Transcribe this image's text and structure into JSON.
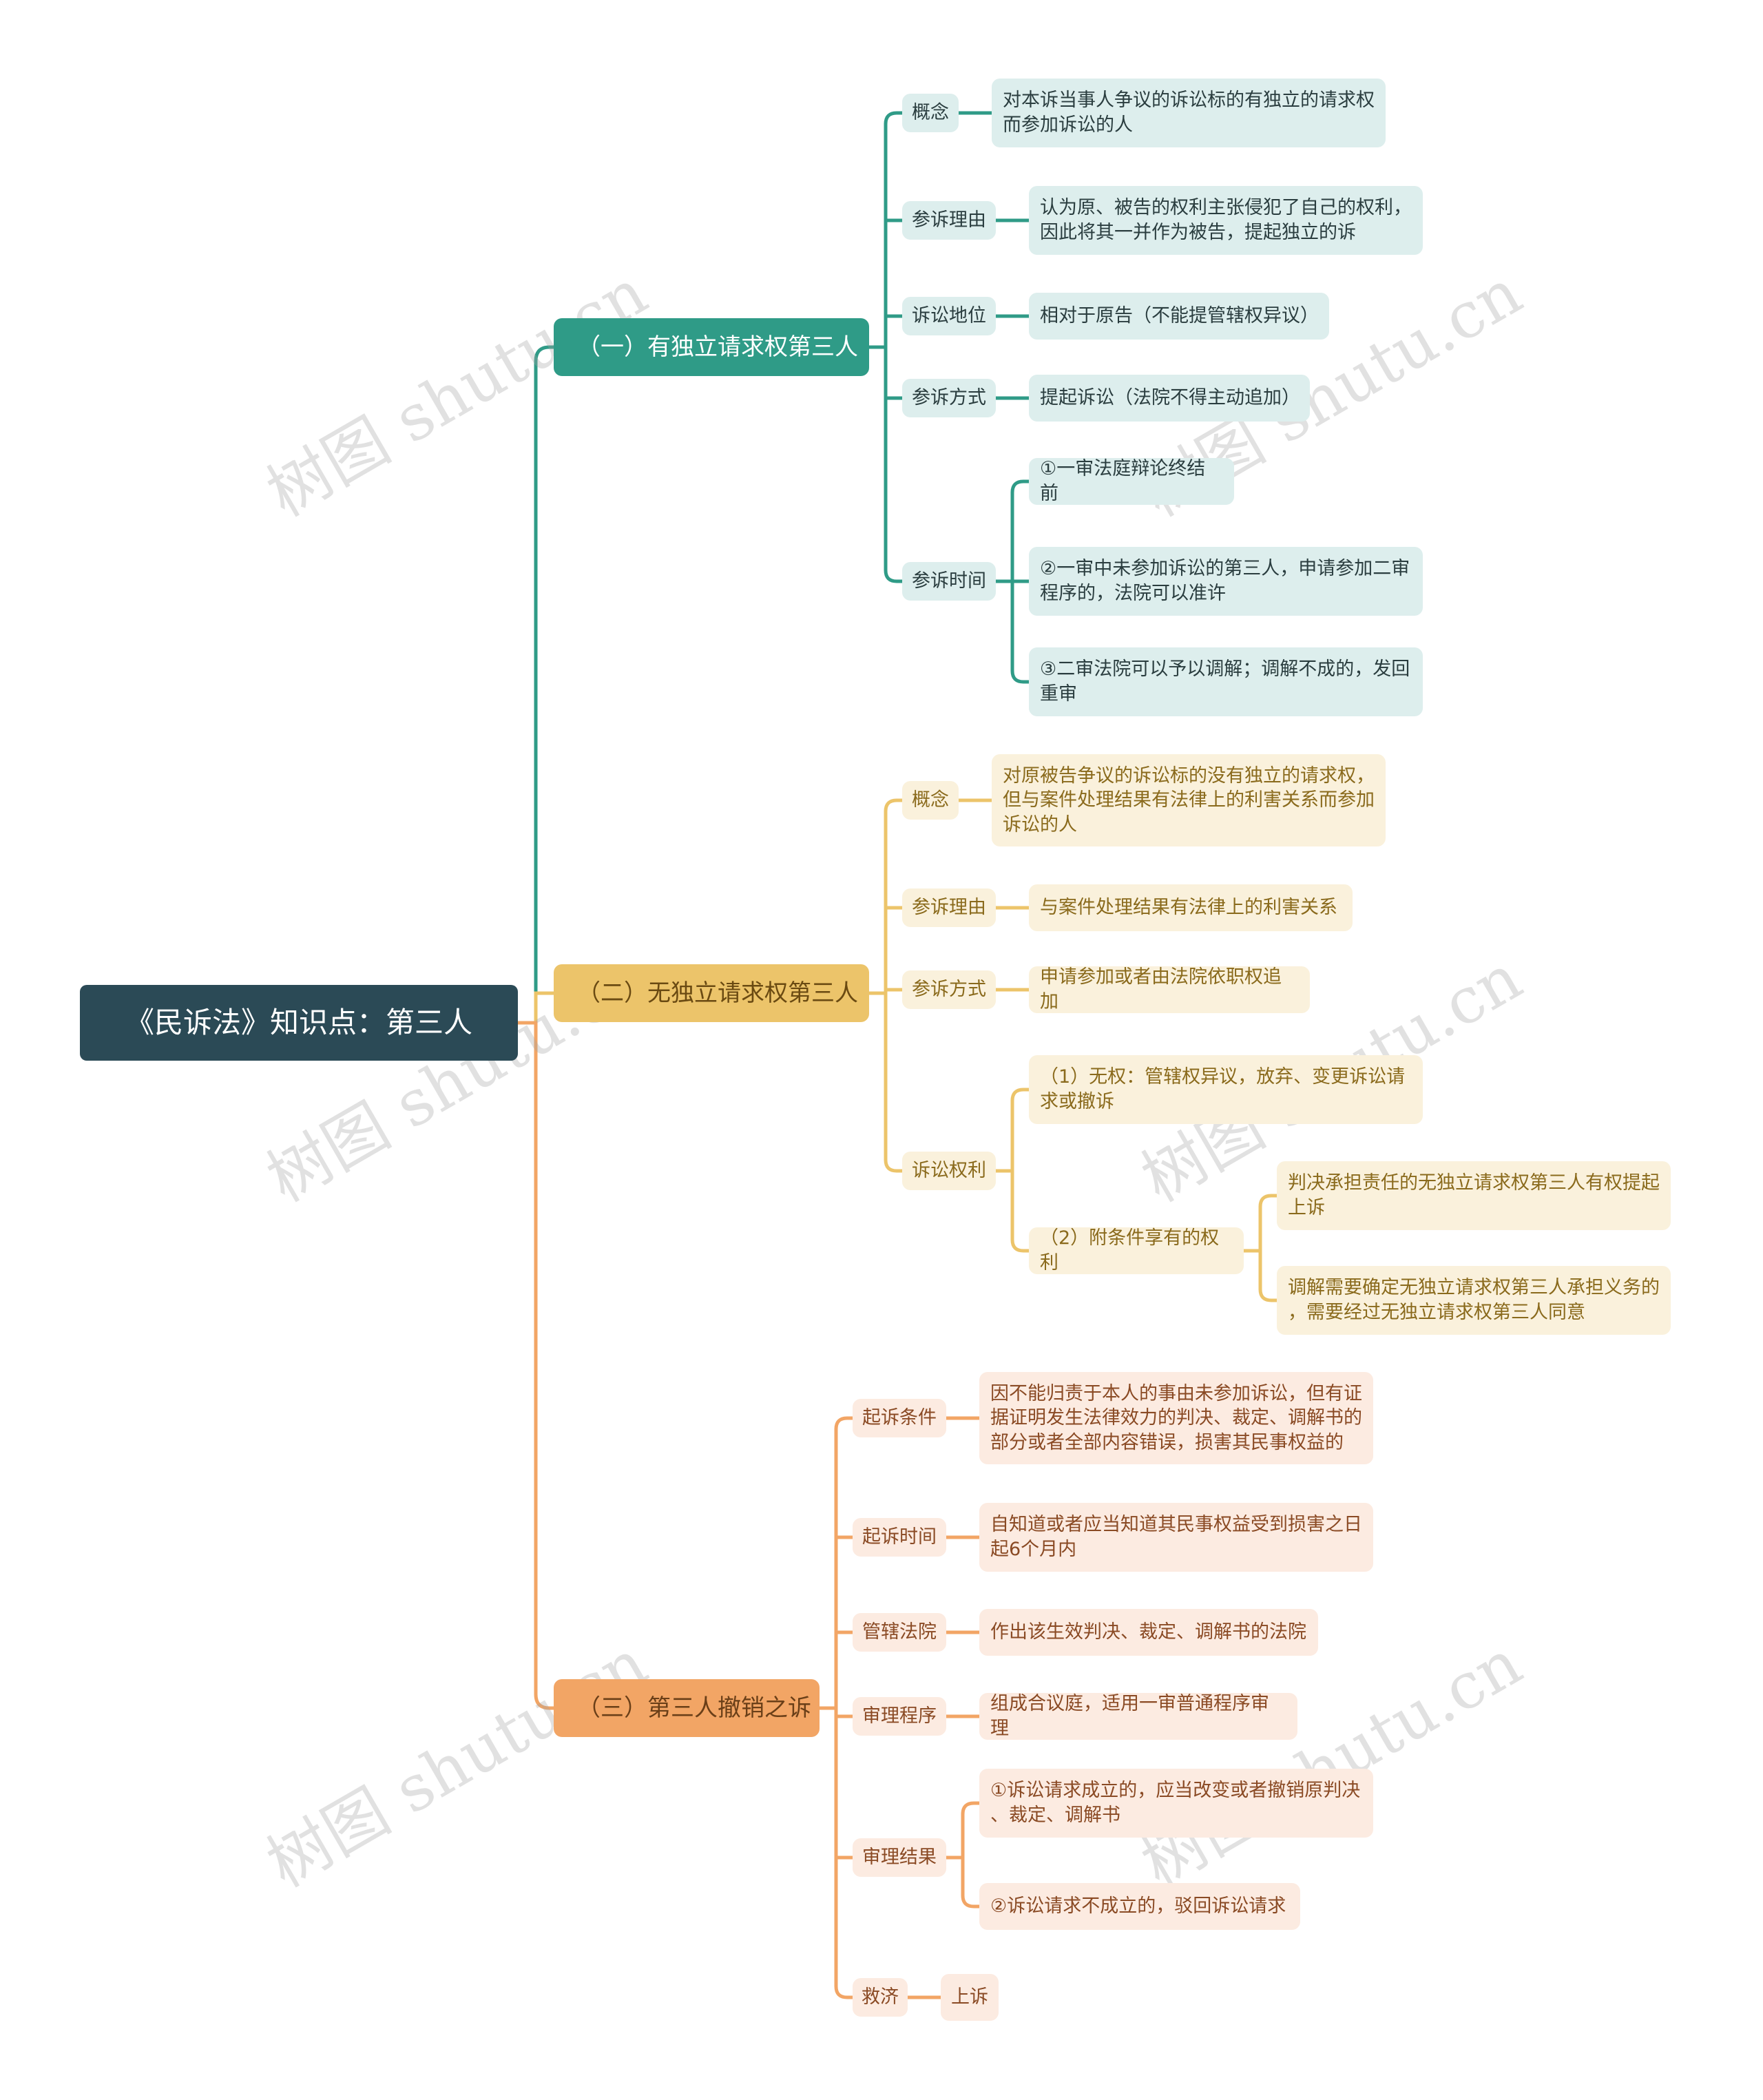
{
  "root": "《民诉法》知识点：第三人",
  "colors": {
    "root": "#2b4a56",
    "branch1": "#2f9b87",
    "branch2": "#ecc46a",
    "branch3": "#f2a565"
  },
  "watermark": "树图 shutu.cn",
  "b1": {
    "title": "（一）有独立请求权第三人",
    "concept_label": "概念",
    "concept_text": "对本诉当事人争议的诉讼标的有独立的请求权\n而参加诉讼的人",
    "reason_label": "参诉理由",
    "reason_text": "认为原、被告的权利主张侵犯了自己的权利，\n因此将其一并作为被告，提起独立的诉",
    "status_label": "诉讼地位",
    "status_text": "相对于原告（不能提管辖权异议）",
    "method_label": "参诉方式",
    "method_text": "提起诉讼（法院不得主动追加）",
    "time_label": "参诉时间",
    "time_items": [
      "①一审法庭辩论终结前",
      "②一审中未参加诉讼的第三人，申请参加二审\n程序的，法院可以准许",
      "③二审法院可以予以调解；调解不成的，发回\n重审"
    ]
  },
  "b2": {
    "title": "（二）无独立请求权第三人",
    "concept_label": "概念",
    "concept_text": "对原被告争议的诉讼标的没有独立的请求权，\n但与案件处理结果有法律上的利害关系而参加\n诉讼的人",
    "reason_label": "参诉理由",
    "reason_text": "与案件处理结果有法律上的利害关系",
    "method_label": "参诉方式",
    "method_text": "申请参加或者由法院依职权追加",
    "rights_label": "诉讼权利",
    "rights_1": "（1）无权：管辖权异议，放弃、变更诉讼请\n求或撤诉",
    "rights_2": "（2）附条件享有的权利",
    "rights_2_items": [
      "判决承担责任的无独立请求权第三人有权提起\n上诉",
      "调解需要确定无独立请求权第三人承担义务的\n，需要经过无独立请求权第三人同意"
    ]
  },
  "b3": {
    "title": "（三）第三人撤销之诉",
    "cond_label": "起诉条件",
    "cond_text": "因不能归责于本人的事由未参加诉讼，但有证\n据证明发生法律效力的判决、裁定、调解书的\n部分或者全部内容错误，损害其民事权益的",
    "time_label": "起诉时间",
    "time_text": "自知道或者应当知道其民事权益受到损害之日\n起6个月内",
    "court_label": "管辖法院",
    "court_text": "作出该生效判决、裁定、调解书的法院",
    "proc_label": "审理程序",
    "proc_text": "组成合议庭，适用一审普通程序审理",
    "result_label": "审理结果",
    "result_items": [
      "①诉讼请求成立的，应当改变或者撤销原判决\n、裁定、调解书",
      "②诉讼请求不成立的，驳回诉讼请求"
    ],
    "remedy_label": "救济",
    "remedy_text": "上诉"
  }
}
